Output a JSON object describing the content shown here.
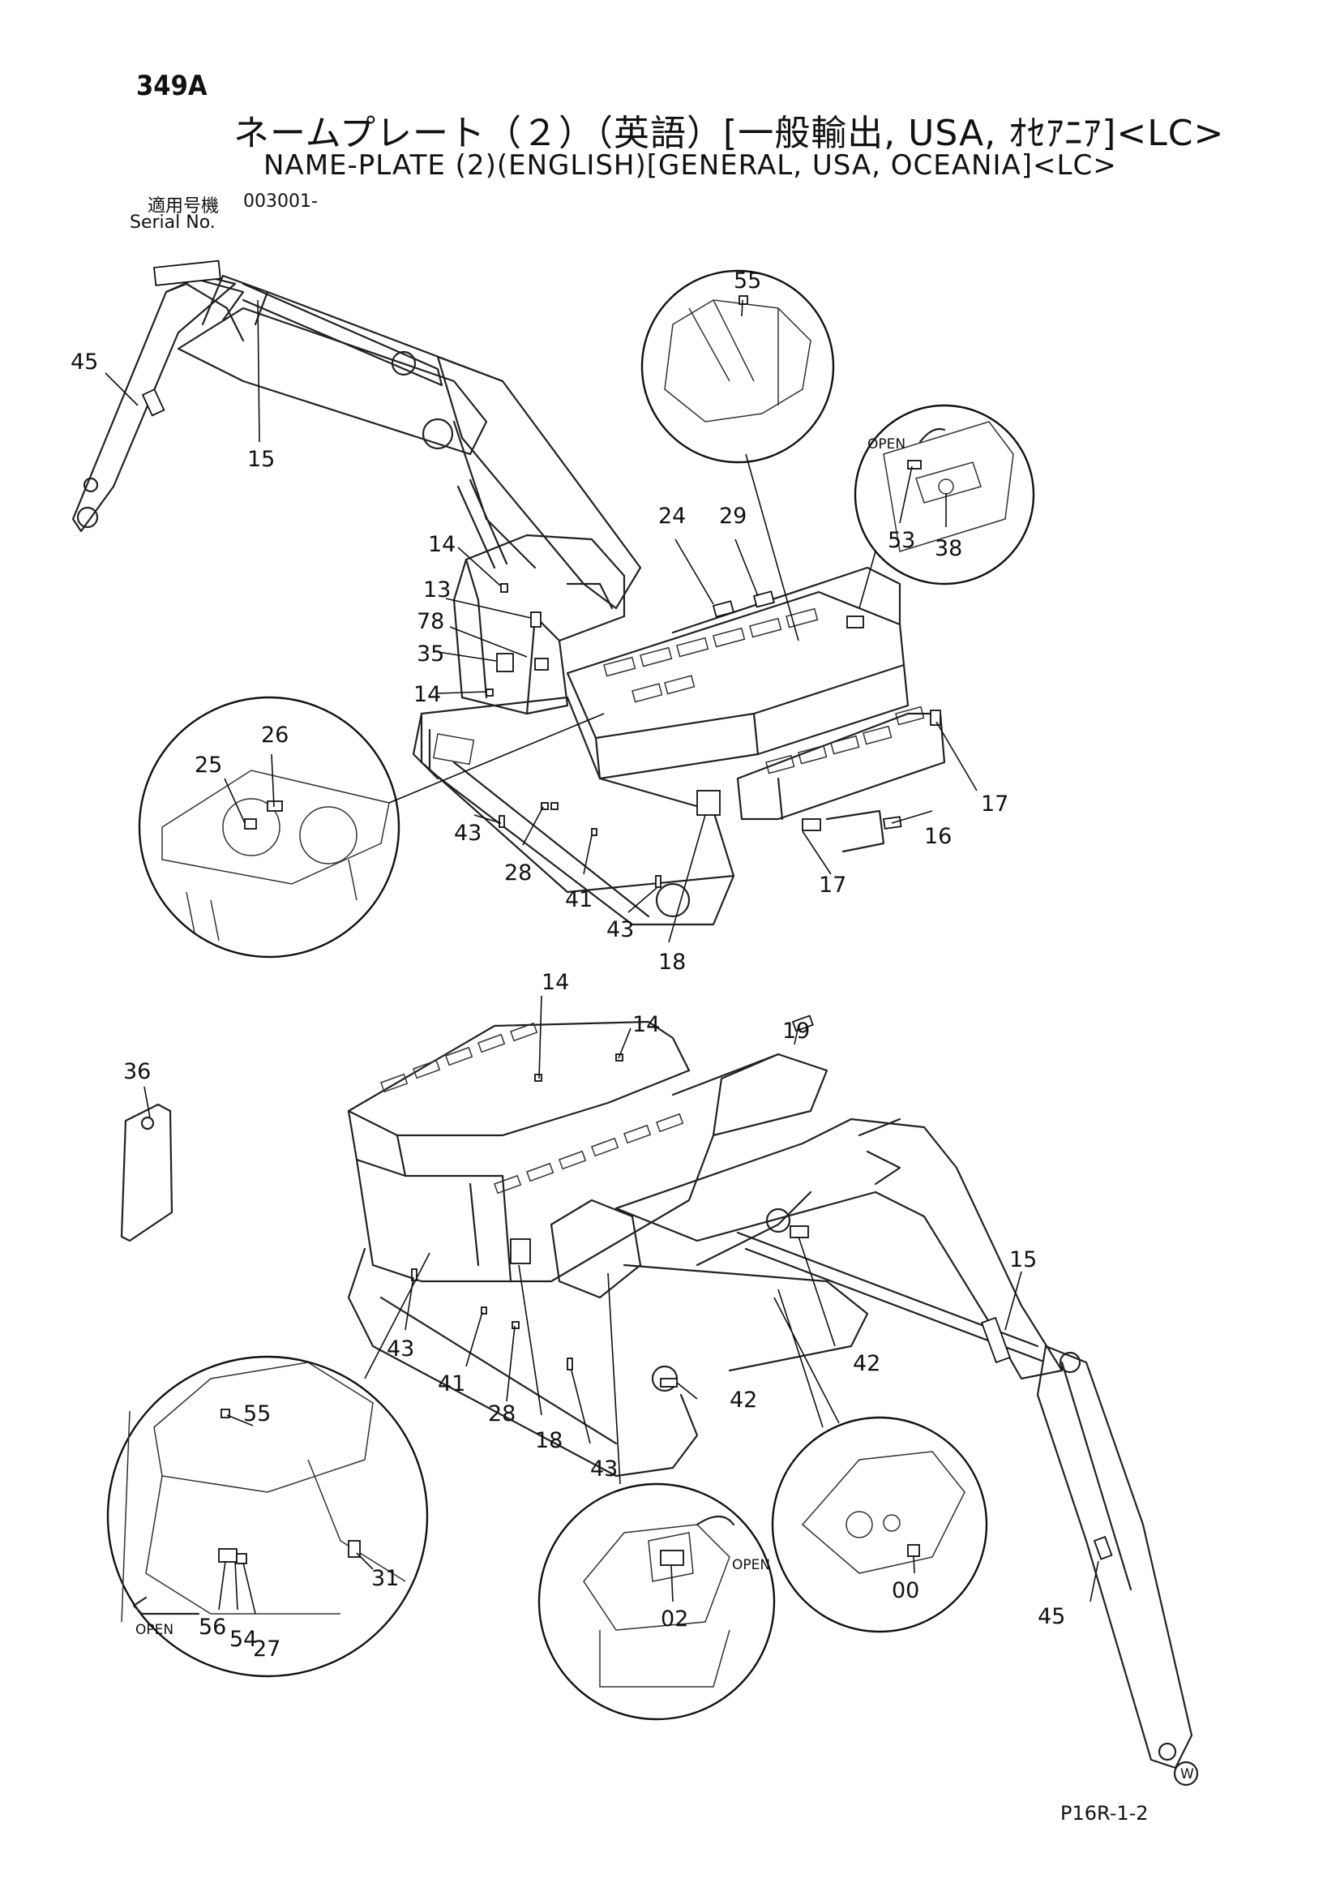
{
  "header": {
    "page_id": "349A",
    "title_jp": "ネームプレート（２）（英語）[一般輸出, USA, ｵｾｱﾆｱ]<LC>",
    "title_en": "NAME-PLATE (2)(ENGLISH)[GENERAL, USA, OCEANIA]<LC>",
    "serial_label_jp": "適用号機",
    "serial_label_en": "Serial No.",
    "serial_number": "003001-"
  },
  "callouts_top": [
    "45",
    "15",
    "14",
    "13",
    "78",
    "35",
    "14",
    "24",
    "29",
    "55",
    "53",
    "38",
    "26",
    "25",
    "43",
    "28",
    "41",
    "43",
    "18",
    "17",
    "16",
    "17"
  ],
  "callouts_bottom": [
    "36",
    "14",
    "14",
    "19",
    "15",
    "42",
    "42",
    "43",
    "41",
    "28",
    "18",
    "43",
    "55",
    "31",
    "56",
    "54",
    "27",
    "02",
    "00",
    "45"
  ],
  "open_labels": [
    "OPEN",
    "OPEN",
    "OPEN"
  ],
  "watermark": "W",
  "figure_code": "P16R-1-2"
}
